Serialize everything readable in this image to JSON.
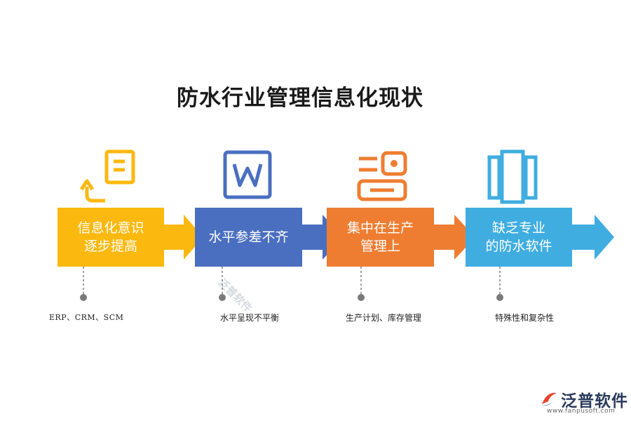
{
  "title": "防水行业管理信息化现状",
  "steps": [
    {
      "label_line1": "信息化意识",
      "label_line2": "逐步提高",
      "color": "#FBB80F",
      "icon": "document-return-icon",
      "note": "ERP、CRM、SCM"
    },
    {
      "label_line1": "水平参差不齐",
      "label_line2": "",
      "color": "#4A6FC0",
      "icon": "word-document-icon",
      "note": "水平呈现不平衡"
    },
    {
      "label_line1": "集中在生产",
      "label_line2": "管理上",
      "color": "#EE7D31",
      "icon": "production-device-icon",
      "note": "生产计划、库存管理"
    },
    {
      "label_line1": "缺乏专业",
      "label_line2": "的防水软件",
      "color": "#3FADE0",
      "icon": "panels-icon",
      "note": "特殊性和复杂性"
    }
  ],
  "watermark": "泛普软件",
  "logo": {
    "name": "泛普软件",
    "url": "www.fanpusoft.com",
    "icon": "fanpu-logo-icon"
  }
}
